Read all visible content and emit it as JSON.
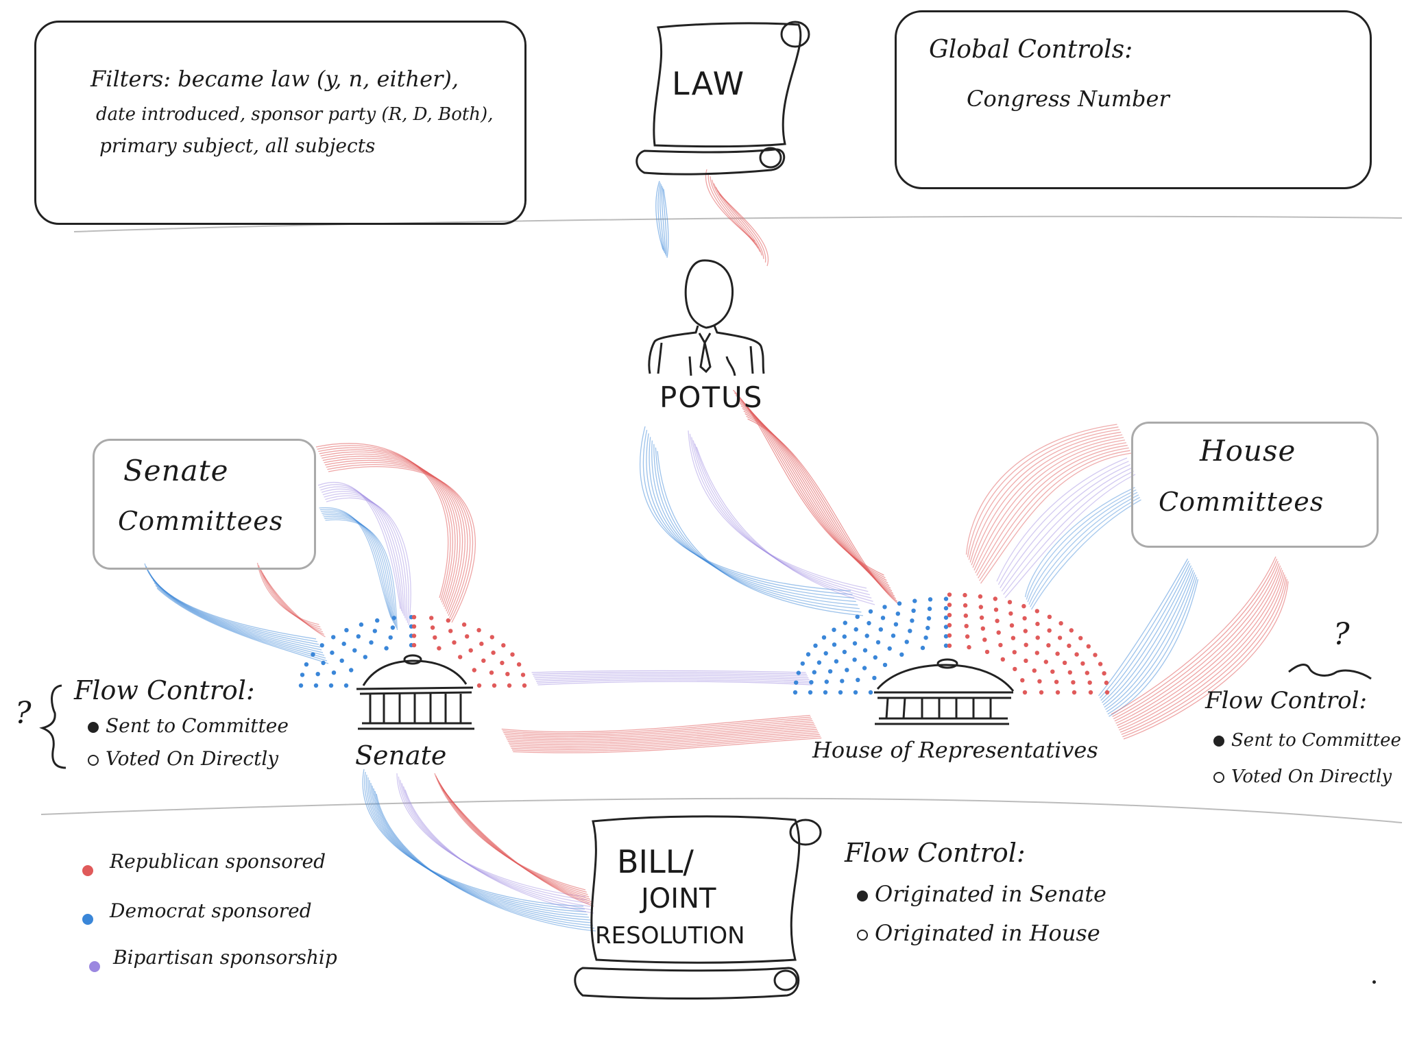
{
  "filters_box": {
    "line1": "Filters: became law (y, n, either),",
    "line2": "date introduced, sponsor party (R, D, Both),",
    "line3": "primary subject, all subjects"
  },
  "global_controls": {
    "title": "Global Controls:",
    "item": "Congress Number"
  },
  "law_label": "LAW",
  "potus_label": "POTUS",
  "senate_committees": {
    "line1": "Senate",
    "line2": "Committees"
  },
  "house_committees": {
    "line1": "House",
    "line2": "Committees"
  },
  "senate_label": "Senate",
  "house_label": "House of Representatives",
  "bill_label": {
    "line1": "BILL/",
    "line2": "JOINT",
    "line3": "RESOLUTION"
  },
  "senate_flow_control": {
    "title": "Flow Control:",
    "options": [
      "Sent to Committee",
      "Voted On Directly"
    ],
    "selected": 0,
    "question_mark": "?"
  },
  "house_flow_control": {
    "title": "Flow Control:",
    "options": [
      "Sent to Committee",
      "Voted On Directly"
    ],
    "selected": 0,
    "question_mark": "?"
  },
  "origin_flow_control": {
    "title": "Flow Control:",
    "options": [
      "Originated in Senate",
      "Originated in House"
    ],
    "selected": 0
  },
  "legend": [
    {
      "label": "Republican sponsored",
      "color": "#e05a5a"
    },
    {
      "label": "Democrat sponsored",
      "color": "#3a86d8"
    },
    {
      "label": "Bipartisan sponsorship",
      "color": "#9b87e0"
    }
  ],
  "colors": {
    "republican": "#e05a5a",
    "democrat": "#3a86d8",
    "bipartisan": "#9b87e0",
    "divider": "#b8b8b8"
  }
}
